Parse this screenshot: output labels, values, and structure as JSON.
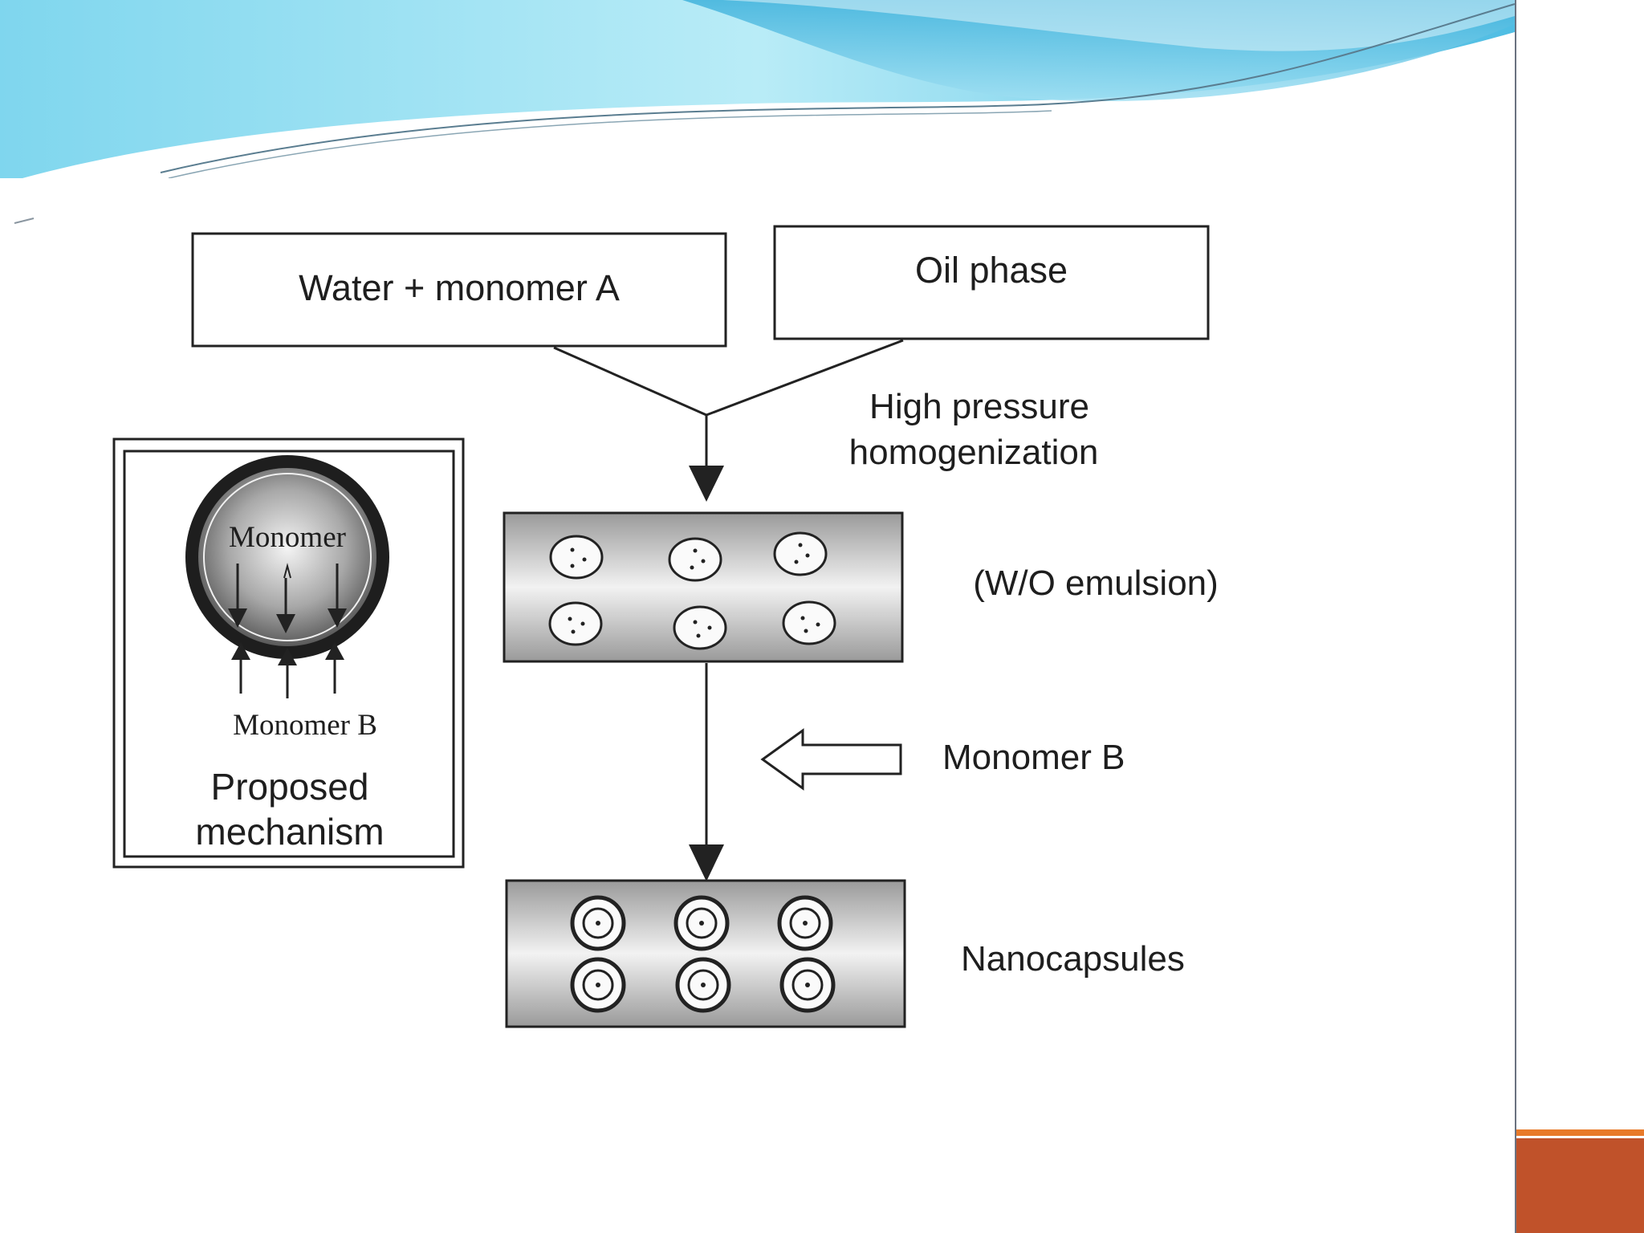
{
  "diagram": {
    "inputs": {
      "water_monomer_a": "Water + monomer A",
      "oil_phase": "Oil phase"
    },
    "steps": {
      "homogenization_line1": "High pressure",
      "homogenization_line2": "homogenization",
      "emulsion_label": "(W/O emulsion)",
      "monomer_b_label": "Monomer B",
      "nanocapsules_label": "Nanocapsules"
    },
    "mechanism": {
      "monomer_label": "Monomer",
      "monomer_b_label": "Monomer B",
      "caption_line1": "Proposed",
      "caption_line2": "mechanism"
    }
  },
  "colors": {
    "accent_orange": "#c0522a",
    "header_blue": "#5cc8e8",
    "ink": "#1e1e1e"
  }
}
